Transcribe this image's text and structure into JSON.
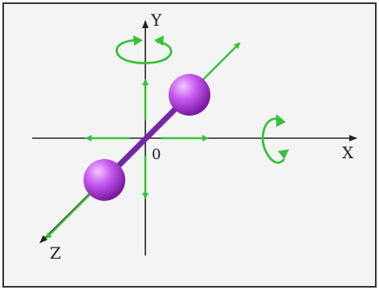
{
  "axes": {
    "x_label": "X",
    "y_label": "Y",
    "z_label": "Z",
    "origin_label": "0"
  },
  "colors": {
    "background": "#f4f4f4",
    "border_dark": "#333333",
    "axis": "#222222",
    "arrow": "#35c236",
    "bond": "#7a2aa8",
    "atom_main": "#b53fe0",
    "atom_light": "#f3c8ff",
    "atom_dark": "#7a18a4"
  },
  "icons": {
    "rotation_about_y": "rotation-arrow-icon",
    "rotation_about_x": "rotation-arrow-icon",
    "translation": "arrow-icon"
  }
}
